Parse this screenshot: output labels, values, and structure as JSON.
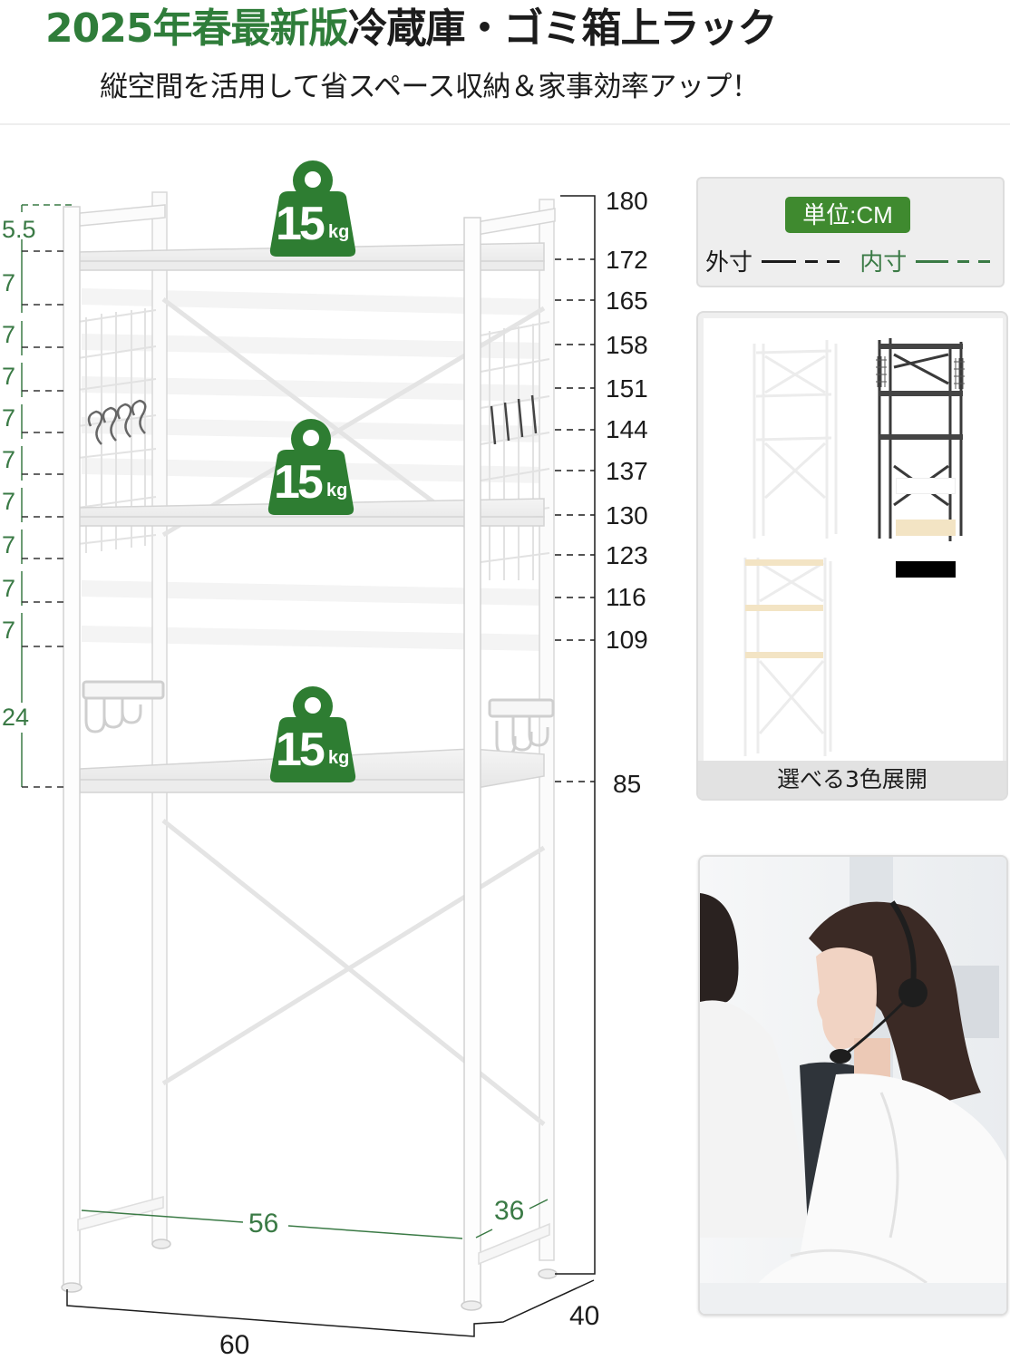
{
  "header": {
    "title_highlight": "2025年春最新版",
    "title_rest": "冷蔵庫・ゴミ箱上ラック",
    "subtitle": "縦空間を活用して省スペース収納＆家事効率アップ！",
    "colors": {
      "highlight_text": "#2f7d3a",
      "highlight_bar": "#f5b820"
    }
  },
  "rack": {
    "load_badges": [
      {
        "value": "15",
        "unit": "kg"
      },
      {
        "value": "15",
        "unit": "kg"
      },
      {
        "value": "15",
        "unit": "kg"
      }
    ],
    "inner_height_intervals": [
      "5.5",
      "7",
      "7",
      "7",
      "7",
      "7",
      "7",
      "7",
      "7",
      "7",
      "24"
    ],
    "outer_height_marks": [
      "180",
      "172",
      "165",
      "158",
      "151",
      "144",
      "137",
      "130",
      "123",
      "116",
      "109",
      "85"
    ],
    "inner_width": "56",
    "inner_depth": "36",
    "outer_width": "60",
    "outer_depth": "40",
    "badge_color": "#2e7d32"
  },
  "legend": {
    "unit_label": "単位:CM",
    "outer_label": "外寸",
    "inner_label": "内寸",
    "outer_color": "#1c1c1c",
    "inner_color": "#3a7a45"
  },
  "color_options": {
    "caption": "選べる3色展開",
    "swatches": [
      {
        "name": "white",
        "hex": "#ffffff"
      },
      {
        "name": "natural",
        "hex": "#f3e4c4"
      },
      {
        "name": "black",
        "hex": "#000000"
      }
    ]
  },
  "photo": {
    "subject": "customer-support-operator-with-headset"
  }
}
